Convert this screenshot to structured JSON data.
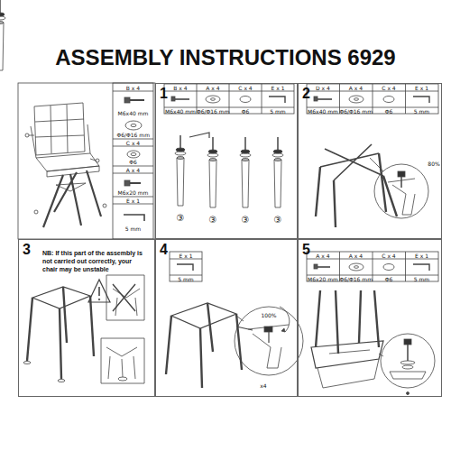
{
  "diagram": {
    "title": "ASSEMBLY INSTRUCTIONS 6929",
    "nodes": [
      {
        "text": [
          "1"
        ]
      },
      {
        "text": [
          "2"
        ]
      },
      {
        "text": [
          "3",
          "NB: If this part of the assembly is not carried out correctly, your chair may be unstable"
        ]
      },
      {
        "text": [
          "4"
        ]
      },
      {
        "text": [
          "5"
        ]
      }
    ],
    "labels": [
      "B x 4",
      "M6x40 mm",
      "Φ6/Φ16 mm",
      "C x 4",
      "Φ6",
      "A x 4",
      "M6x20 mm",
      "E x 1",
      "5 mm",
      "B x 4",
      "A x 4",
      "C x 4",
      "E x 1",
      "M6x40 mm",
      "Φ6/Φ16 mm",
      "Φ6",
      "5 mm",
      "③",
      "③",
      "③",
      "③",
      "D x 4",
      "A x 4",
      "C x 4",
      "E x 1",
      "M6x40 mm",
      "Φ6/Φ16 mm",
      "Φ6",
      "5 mm",
      "80%",
      "E x 1",
      "5 mm",
      "100%",
      "x4",
      "A x 4",
      "A x 4",
      "C x 4",
      "E x 1",
      "M6x20 mm",
      "Φ6/Φ16 mm",
      "Φ6",
      "5 mm"
    ]
  }
}
